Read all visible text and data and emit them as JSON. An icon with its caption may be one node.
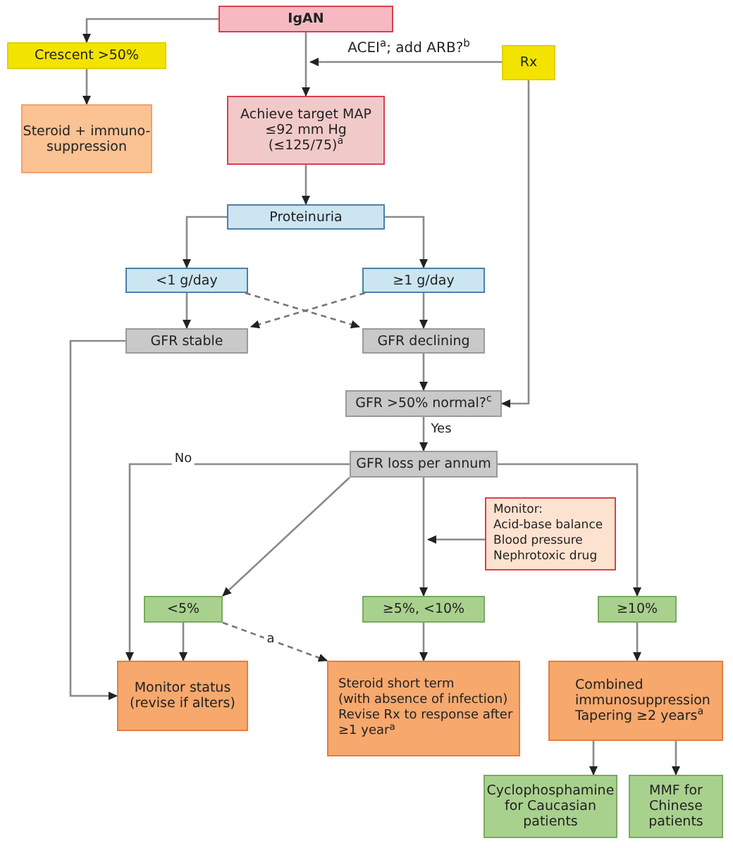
{
  "diagram": {
    "nodes": [
      {
        "text": [
          "IgAN"
        ]
      },
      {
        "text": [
          "Crescent >50%"
        ]
      },
      {
        "text": [
          "Steroid + immuno-suppression"
        ]
      },
      {
        "text": [
          "Rx"
        ]
      },
      {
        "text": [
          "Achieve target MAP ≤92 mm Hg (≤125/75)$^{a}$"
        ]
      },
      {
        "text": [
          "Proteinuria"
        ]
      },
      {
        "text": [
          "<1 g/day"
        ]
      },
      {
        "text": [
          "≥1 g/day"
        ]
      },
      {
        "text": [
          "GFR stable"
        ]
      },
      {
        "text": [
          "GFR declining"
        ]
      },
      {
        "text": [
          "GFR >50% normal?$^{c}$"
        ]
      },
      {
        "text": [
          "GFR loss per annum"
        ]
      },
      {
        "text": [
          "Monitor:",
          "Acid-base balance",
          "Blood pressure",
          "Nephrotoxic drug"
        ]
      },
      {
        "text": [
          "<5%"
        ]
      },
      {
        "text": [
          "≥5%, <10%"
        ]
      },
      {
        "text": [
          "≥10%"
        ]
      },
      {
        "text": [
          "Monitor status (revise if alters)"
        ]
      },
      {
        "text": [
          "Steroid short term",
          "(with absence of infection)",
          "Revise Rx to response after ≥1 year$^{a}$"
        ]
      },
      {
        "text": [
          "Combined immunosuppression",
          "Tapering ≥2 years$^{a}$"
        ]
      },
      {
        "text": [
          "Cyclophosphamine for Caucasian patients"
        ]
      },
      {
        "text": [
          "MMF for Chinese patients"
        ]
      }
    ],
    "edges": [
      {
        "from": 0,
        "to": 1,
        "arrow": "to"
      },
      {
        "from": 1,
        "to": 2,
        "arrow": "to"
      },
      {
        "from": 0,
        "to": 4,
        "arrow": "to"
      },
      {
        "from": 3,
        "to": 4,
        "arrow": "to",
        "label": "ACEI$^{a}$; add ARB?$^{b}$"
      },
      {
        "from": 4,
        "to": 5,
        "arrow": "to"
      },
      {
        "from": 5,
        "to": 6,
        "arrow": "to"
      },
      {
        "from": 5,
        "to": 7,
        "arrow": "to"
      },
      {
        "from": 6,
        "to": 8,
        "arrow": "to"
      },
      {
        "from": 7,
        "to": 9,
        "arrow": "to"
      },
      {
        "from": 6,
        "to": 9,
        "arrow": "to",
        "style": "dashed"
      },
      {
        "from": 7,
        "to": 8,
        "arrow": "to",
        "style": "dashed"
      },
      {
        "from": 3,
        "to": 10,
        "arrow": "to"
      },
      {
        "from": 9,
        "to": 10,
        "arrow": "to"
      },
      {
        "from": 10,
        "to": 11,
        "arrow": "to",
        "label": "Yes"
      },
      {
        "from": 11,
        "to": 16,
        "arrow": "to",
        "label": "No"
      },
      {
        "from": 8,
        "to": 16,
        "arrow": "to"
      },
      {
        "from": 11,
        "to": 13,
        "arrow": "to"
      },
      {
        "from": 11,
        "to": 14,
        "arrow": "to"
      },
      {
        "from": 11,
        "to": 15,
        "arrow": "to"
      },
      {
        "from": 12,
        "to": 14,
        "arrow": "to"
      },
      {
        "from": 13,
        "to": 16,
        "arrow": "to"
      },
      {
        "from": 13,
        "to": 17,
        "arrow": "to",
        "style": "dashed",
        "label": "a"
      },
      {
        "from": 14,
        "to": 17,
        "arrow": "to"
      },
      {
        "from": 15,
        "to": 18,
        "arrow": "to"
      },
      {
        "from": 18,
        "to": 19,
        "arrow": "to"
      },
      {
        "from": 18,
        "to": 20,
        "arrow": "to"
      }
    ]
  }
}
